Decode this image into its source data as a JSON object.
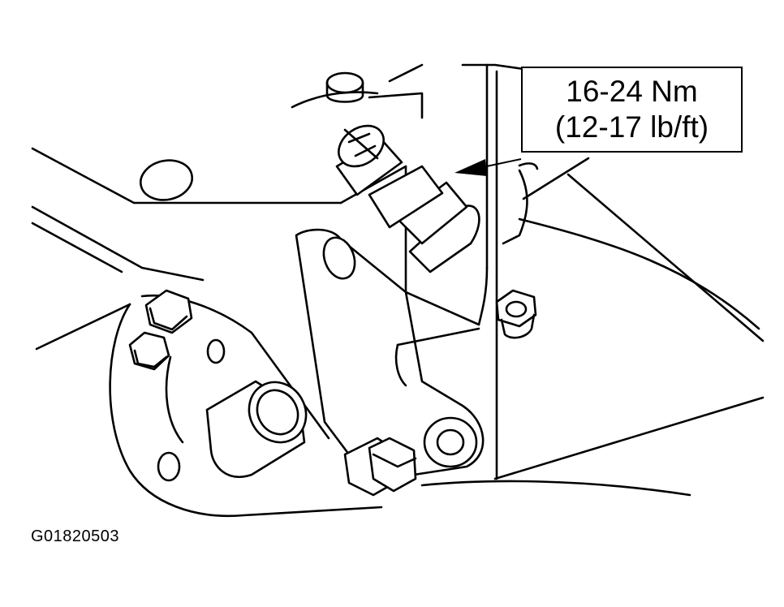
{
  "callout": {
    "torque_nm": "16-24 Nm",
    "torque_lbft": "(12-17 lb/ft)"
  },
  "figure_id": "G01820503"
}
